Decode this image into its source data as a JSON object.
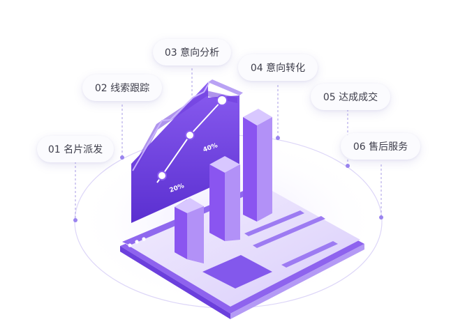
{
  "steps": [
    {
      "label": "01 名片派发"
    },
    {
      "label": "02 线索跟踪"
    },
    {
      "label": "03 意向分析"
    },
    {
      "label": "04 意向转化"
    },
    {
      "label": "05 达成成交"
    },
    {
      "label": "06 售后服务"
    }
  ],
  "chart": {
    "label_low": "20%",
    "label_high": "40%"
  },
  "colors": {
    "accent": "#7b4ee8",
    "deep": "#5a2fd0",
    "light": "#b9a2f4",
    "line": "#a79be6"
  }
}
